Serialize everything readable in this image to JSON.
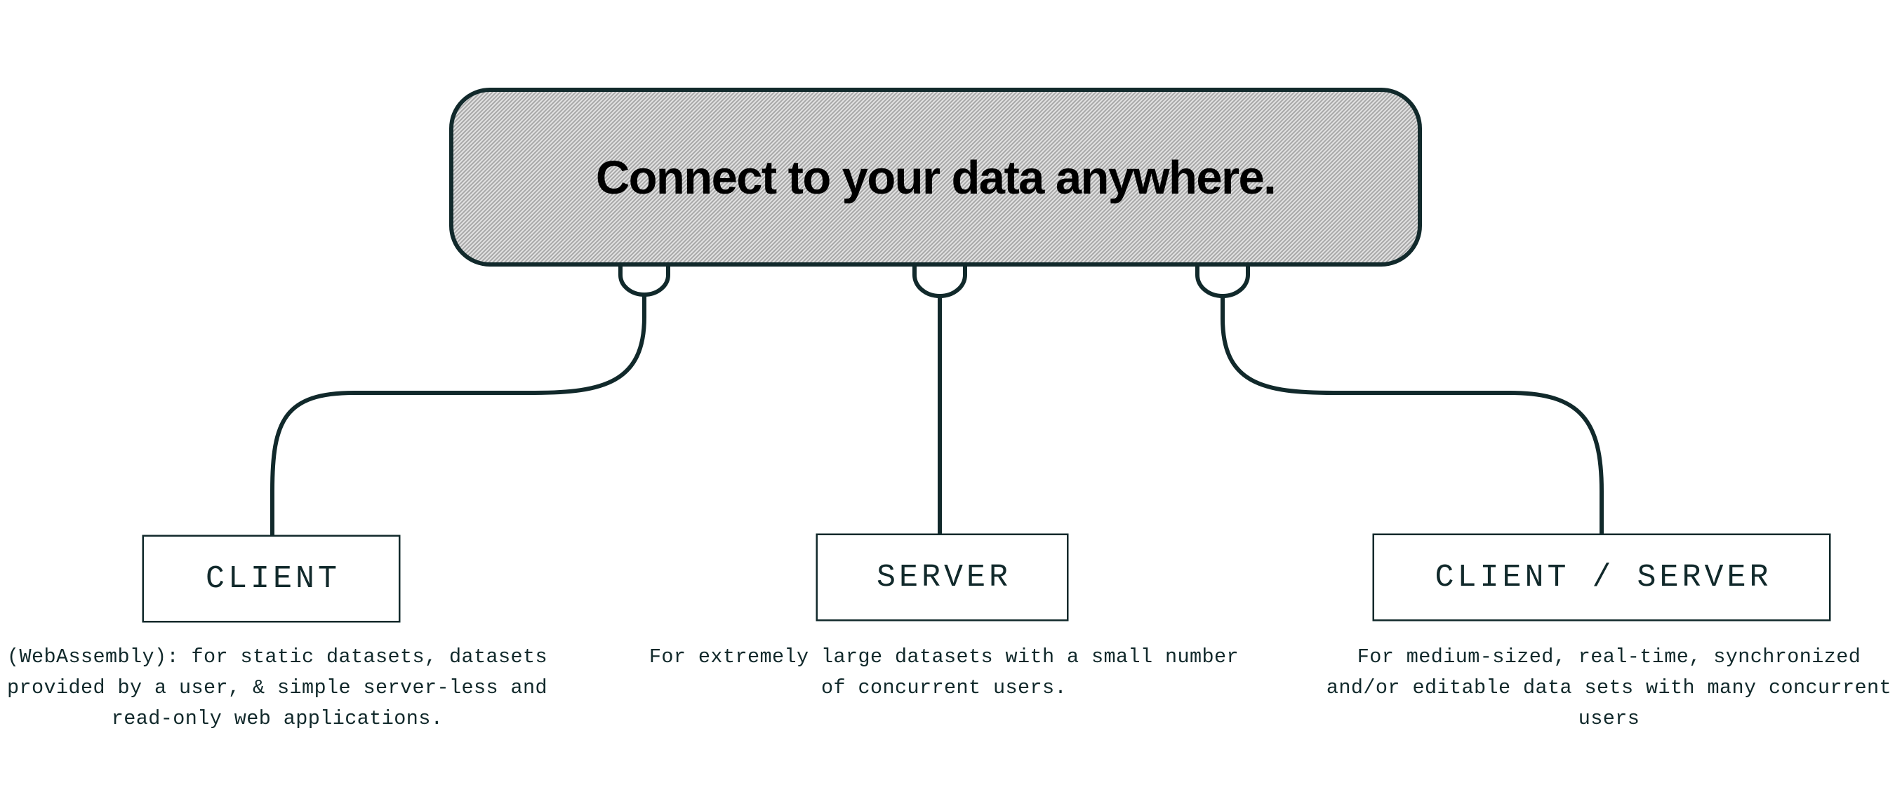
{
  "hero": {
    "title": "Connect to your data anywhere.",
    "fill_color": "#c9c9c9",
    "stroke_color": "#11292b",
    "text_color": "#000000"
  },
  "theme": {
    "background": "#ffffff",
    "line_color": "#11292b",
    "box_fill": "#ffffff"
  },
  "nodes": [
    {
      "id": "client",
      "label": "CLIENT",
      "caption": "(WebAssembly): for static datasets, datasets provided by a user, & simple server-less and read-only web applications."
    },
    {
      "id": "server",
      "label": "SERVER",
      "caption": "For extremely large datasets with a small number of concurrent users."
    },
    {
      "id": "client-server",
      "label": "CLIENT / SERVER",
      "caption": "For medium-sized, real-time, synchronized and/or editable data sets with many concurrent users"
    }
  ],
  "connectors": [
    {
      "from": "hero-socket-left",
      "to": "client",
      "shape": "s-curve-left"
    },
    {
      "from": "hero-socket-center",
      "to": "server",
      "shape": "straight"
    },
    {
      "from": "hero-socket-right",
      "to": "client-server",
      "shape": "s-curve-right"
    }
  ]
}
